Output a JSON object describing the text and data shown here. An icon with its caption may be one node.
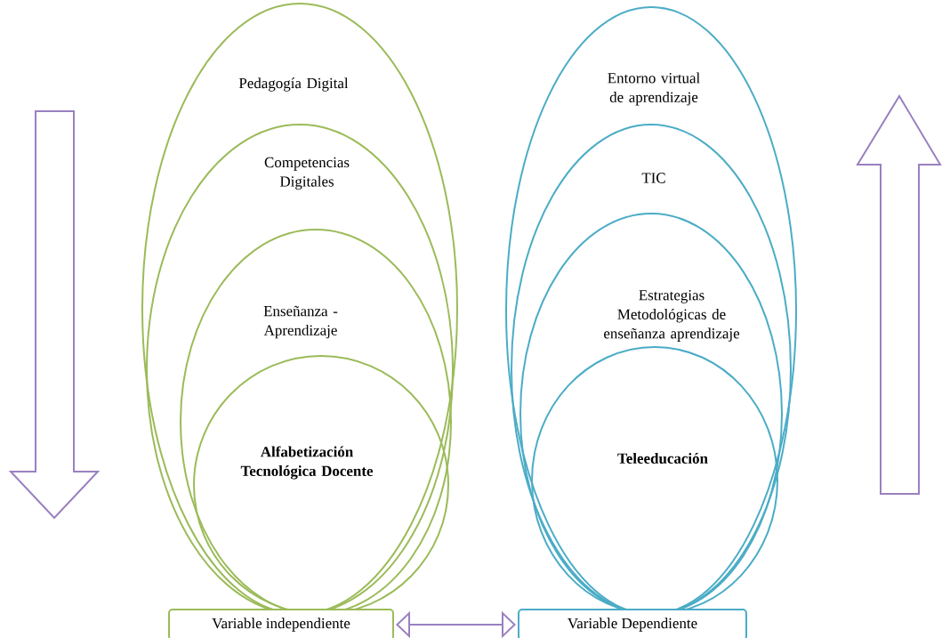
{
  "diagram": {
    "nodes": [
      {
        "text": [
          "Pedagogía Digital"
        ]
      },
      {
        "text": [
          "Competencias Digitales"
        ],
        "in": 0
      },
      {
        "text": [
          "Enseñanza - Aprendizaje"
        ],
        "in": 1
      },
      {
        "text": [
          "Alfabetización Tecnológica Docente"
        ],
        "in": 2
      },
      {
        "text": [
          "Entorno virtual de aprendizaje"
        ]
      },
      {
        "text": [
          "TIC"
        ],
        "in": 4
      },
      {
        "text": [
          "Estrategias Metodológicas de enseñanza aprendizaje"
        ],
        "in": 5
      },
      {
        "text": [
          "Teleeducación"
        ],
        "in": 6
      },
      {
        "text": [
          "Variable independiente"
        ]
      },
      {
        "text": [
          "Variable Dependiente"
        ]
      }
    ],
    "edges": [
      {
        "from": 8,
        "to": 9,
        "arrow": "both"
      }
    ]
  }
}
